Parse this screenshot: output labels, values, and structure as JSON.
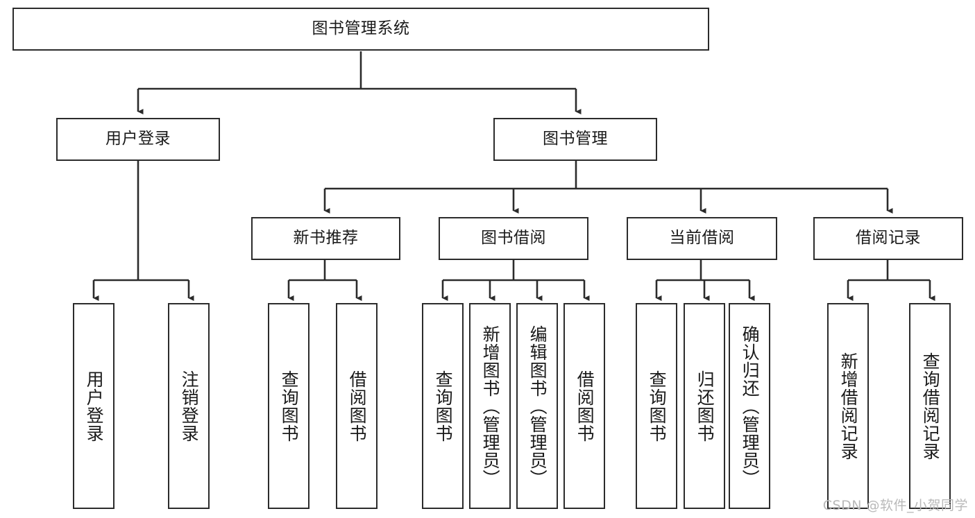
{
  "diagram": {
    "title": "图书管理系统",
    "type": "hierarchy-tree",
    "watermark": "CSDN @软件_小贺同学",
    "colors": {
      "box_border": "#2b2b2b",
      "box_fill": "#ffffff",
      "connector": "#2b2b2b",
      "text": "#1a1a1a",
      "watermark": "#b9b9b9"
    },
    "levels": {
      "root": {
        "label": "图书管理系统",
        "orientation": "horizontal"
      },
      "level2": [
        {
          "label": "用户登录",
          "orientation": "horizontal"
        },
        {
          "label": "图书管理",
          "orientation": "horizontal"
        }
      ],
      "level3": [
        {
          "label": "新书推荐",
          "orientation": "horizontal"
        },
        {
          "label": "图书借阅",
          "orientation": "horizontal"
        },
        {
          "label": "当前借阅",
          "orientation": "horizontal"
        },
        {
          "label": "借阅记录",
          "orientation": "horizontal"
        }
      ],
      "leaves": {
        "user_login": [
          {
            "label": "用户登录",
            "orientation": "vertical"
          },
          {
            "label": "注销登录",
            "orientation": "vertical"
          }
        ],
        "new_book_recommend": [
          {
            "label": "查询图书",
            "orientation": "vertical"
          },
          {
            "label": "借阅图书",
            "orientation": "vertical"
          }
        ],
        "book_borrow": [
          {
            "label": "查询图书",
            "orientation": "vertical"
          },
          {
            "label": "新增图书（管理员）",
            "orientation": "vertical"
          },
          {
            "label": "编辑图书（管理员）",
            "orientation": "vertical"
          },
          {
            "label": "借阅图书",
            "orientation": "vertical"
          }
        ],
        "current_borrow": [
          {
            "label": "查询图书",
            "orientation": "vertical"
          },
          {
            "label": "归还图书",
            "orientation": "vertical"
          },
          {
            "label": "确认归还（管理员）",
            "orientation": "vertical"
          }
        ],
        "borrow_record": [
          {
            "label": "新增借阅记录",
            "orientation": "vertical"
          },
          {
            "label": "查询借阅记录",
            "orientation": "vertical"
          }
        ]
      }
    }
  }
}
